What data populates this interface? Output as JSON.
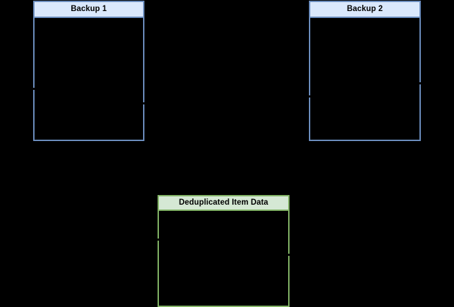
{
  "diagram": {
    "type": "flowchart",
    "background_color": "#000000",
    "nodes": [
      {
        "id": "backup-1",
        "title": "Backup 1",
        "theme": "blue",
        "title_fill": "#dae8fc",
        "border_color": "#6c8ebf",
        "body_fill": "#000000",
        "text_color": "#000000"
      },
      {
        "id": "backup-2",
        "title": "Backup 2",
        "theme": "blue",
        "title_fill": "#dae8fc",
        "border_color": "#6c8ebf",
        "body_fill": "#000000",
        "text_color": "#000000"
      },
      {
        "id": "deduplicated-item-data",
        "title": "Deduplicated Item Data",
        "theme": "green",
        "title_fill": "#d5e8d4",
        "border_color": "#82b366",
        "body_fill": "#000000",
        "text_color": "#000000"
      }
    ]
  }
}
